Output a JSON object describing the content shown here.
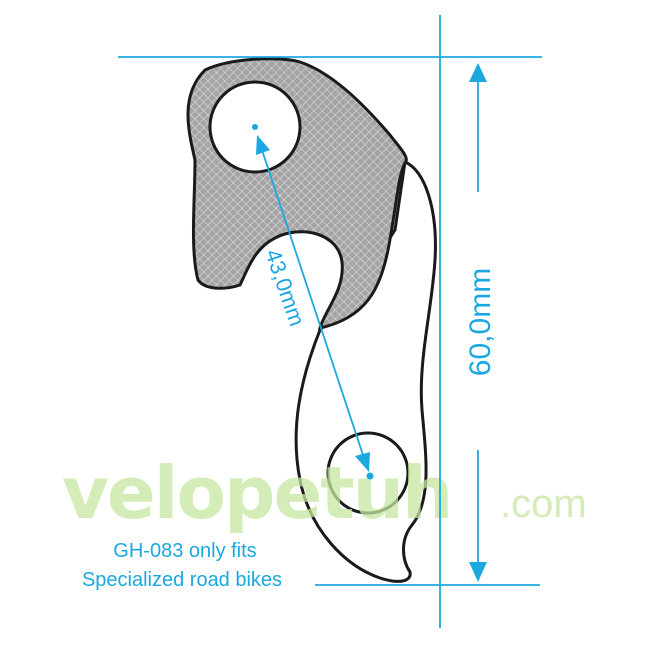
{
  "dimensions": {
    "height_label": "60,0mm",
    "hole_distance_label": "43,0mm"
  },
  "watermark": {
    "brand": "velopetuh",
    "suffix": ".com"
  },
  "caption": {
    "line1": "GH-083 only fits",
    "line2": "Specialized road bikes"
  },
  "colors": {
    "dimension": "#1ba8e0",
    "outline": "#1a1a1a",
    "hatch_fill": "#9c9c9c",
    "watermark": "#cfe8b0"
  }
}
